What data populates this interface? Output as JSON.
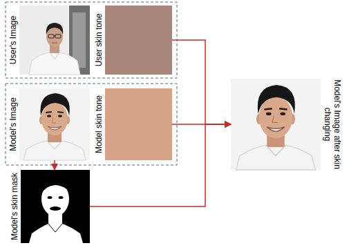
{
  "diagram": {
    "nodes": [
      {
        "text": [
          "User's Image"
        ]
      },
      {
        "text": [
          "User skin tone"
        ]
      },
      {
        "text": [
          "Model's Image"
        ]
      },
      {
        "text": [
          "Model skin tone"
        ]
      },
      {
        "text": [
          "Model's skin mask"
        ]
      },
      {
        "text": [
          "Model's Image after skin changing"
        ]
      }
    ],
    "edges": [
      {
        "from": 2,
        "to": 4,
        "arrow": "to"
      },
      {
        "from": 1,
        "to": 5,
        "arrow": "to"
      },
      {
        "from": 3,
        "to": 5,
        "arrow": "to"
      },
      {
        "from": 4,
        "to": 5,
        "arrow": "to"
      }
    ]
  }
}
